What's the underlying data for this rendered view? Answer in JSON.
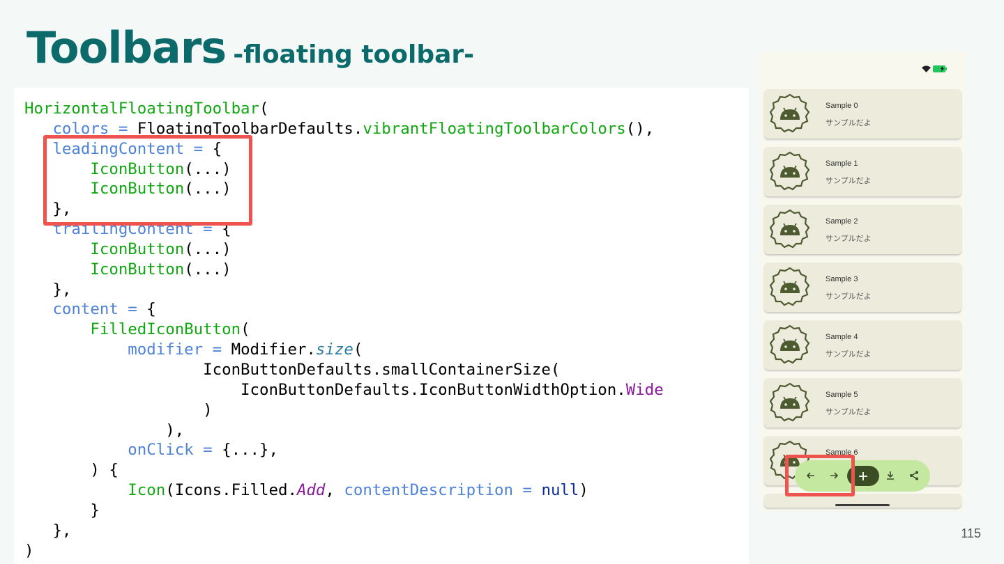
{
  "slide": {
    "title": "Toolbars",
    "subtitle": "-floating toolbar-",
    "page_number": "115"
  },
  "code": {
    "lines": [
      [
        {
          "t": "HorizontalFloatingToolbar",
          "c": "fn"
        },
        {
          "t": "(",
          "c": ""
        }
      ],
      [
        {
          "t": "   ",
          "c": ""
        },
        {
          "t": "colors = ",
          "c": "param"
        },
        {
          "t": "FloatingToolbarDefaults.",
          "c": ""
        },
        {
          "t": "vibrantFloatingToolbarColors",
          "c": "fn"
        },
        {
          "t": "(),",
          "c": ""
        }
      ],
      [
        {
          "t": "   ",
          "c": ""
        },
        {
          "t": "leadingContent = ",
          "c": "param"
        },
        {
          "t": "{",
          "c": ""
        }
      ],
      [
        {
          "t": "       ",
          "c": ""
        },
        {
          "t": "IconButton",
          "c": "fn"
        },
        {
          "t": "(...)",
          "c": ""
        }
      ],
      [
        {
          "t": "       ",
          "c": ""
        },
        {
          "t": "IconButton",
          "c": "fn"
        },
        {
          "t": "(...)",
          "c": ""
        }
      ],
      [
        {
          "t": "   },",
          "c": ""
        }
      ],
      [
        {
          "t": "   ",
          "c": ""
        },
        {
          "t": "trailingContent = ",
          "c": "param"
        },
        {
          "t": "{",
          "c": ""
        }
      ],
      [
        {
          "t": "       ",
          "c": ""
        },
        {
          "t": "IconButton",
          "c": "fn"
        },
        {
          "t": "(...)",
          "c": ""
        }
      ],
      [
        {
          "t": "       ",
          "c": ""
        },
        {
          "t": "IconButton",
          "c": "fn"
        },
        {
          "t": "(...)",
          "c": ""
        }
      ],
      [
        {
          "t": "   },",
          "c": ""
        }
      ],
      [
        {
          "t": "   ",
          "c": ""
        },
        {
          "t": "content = ",
          "c": "param"
        },
        {
          "t": "{",
          "c": ""
        }
      ],
      [
        {
          "t": "       ",
          "c": ""
        },
        {
          "t": "FilledIconButton",
          "c": "fn"
        },
        {
          "t": "(",
          "c": ""
        }
      ],
      [
        {
          "t": "           ",
          "c": ""
        },
        {
          "t": "modifier = ",
          "c": "param"
        },
        {
          "t": "Modifier.",
          "c": ""
        },
        {
          "t": "size",
          "c": "italic"
        },
        {
          "t": "(",
          "c": ""
        }
      ],
      [
        {
          "t": "                   IconButtonDefaults.smallContainerSize(",
          "c": ""
        }
      ],
      [
        {
          "t": "                       IconButtonDefaults.IconButtonWidthOption.",
          "c": ""
        },
        {
          "t": "Wide",
          "c": "purple"
        }
      ],
      [
        {
          "t": "                   )",
          "c": ""
        }
      ],
      [
        {
          "t": "               ),",
          "c": ""
        }
      ],
      [
        {
          "t": "           ",
          "c": ""
        },
        {
          "t": "onClick = ",
          "c": "param"
        },
        {
          "t": "{...},",
          "c": ""
        }
      ],
      [
        {
          "t": "       ) {",
          "c": ""
        }
      ],
      [
        {
          "t": "           ",
          "c": ""
        },
        {
          "t": "Icon",
          "c": "fn"
        },
        {
          "t": "(Icons.Filled.",
          "c": ""
        },
        {
          "t": "Add",
          "c": "add"
        },
        {
          "t": ", ",
          "c": ""
        },
        {
          "t": "contentDescription = ",
          "c": "param"
        },
        {
          "t": "null",
          "c": "null"
        },
        {
          "t": ")",
          "c": ""
        }
      ],
      [
        {
          "t": "       }",
          "c": ""
        }
      ],
      [
        {
          "t": "   },",
          "c": ""
        }
      ],
      [
        {
          "t": ")",
          "c": ""
        }
      ]
    ]
  },
  "phone": {
    "cards": [
      {
        "title": "Sample 0",
        "subtitle": "サンプルだよ"
      },
      {
        "title": "Sample 1",
        "subtitle": "サンプルだよ"
      },
      {
        "title": "Sample 2",
        "subtitle": "サンプルだよ"
      },
      {
        "title": "Sample 3",
        "subtitle": "サンプルだよ"
      },
      {
        "title": "Sample 4",
        "subtitle": "サンプルだよ"
      },
      {
        "title": "Sample 5",
        "subtitle": "サンプルだよ"
      },
      {
        "title": "Sample 6",
        "subtitle": ""
      }
    ],
    "toolbar": {
      "leading": [
        "arrow-back-icon",
        "arrow-forward-icon"
      ],
      "center": "add-icon",
      "trailing": [
        "download-icon",
        "share-icon"
      ]
    }
  },
  "colors": {
    "title": "#0d6a6a",
    "highlight": "#ef5350",
    "toolbar": "#c5e8a0",
    "fab": "#3b4d22",
    "android": "#4e5a2f"
  }
}
